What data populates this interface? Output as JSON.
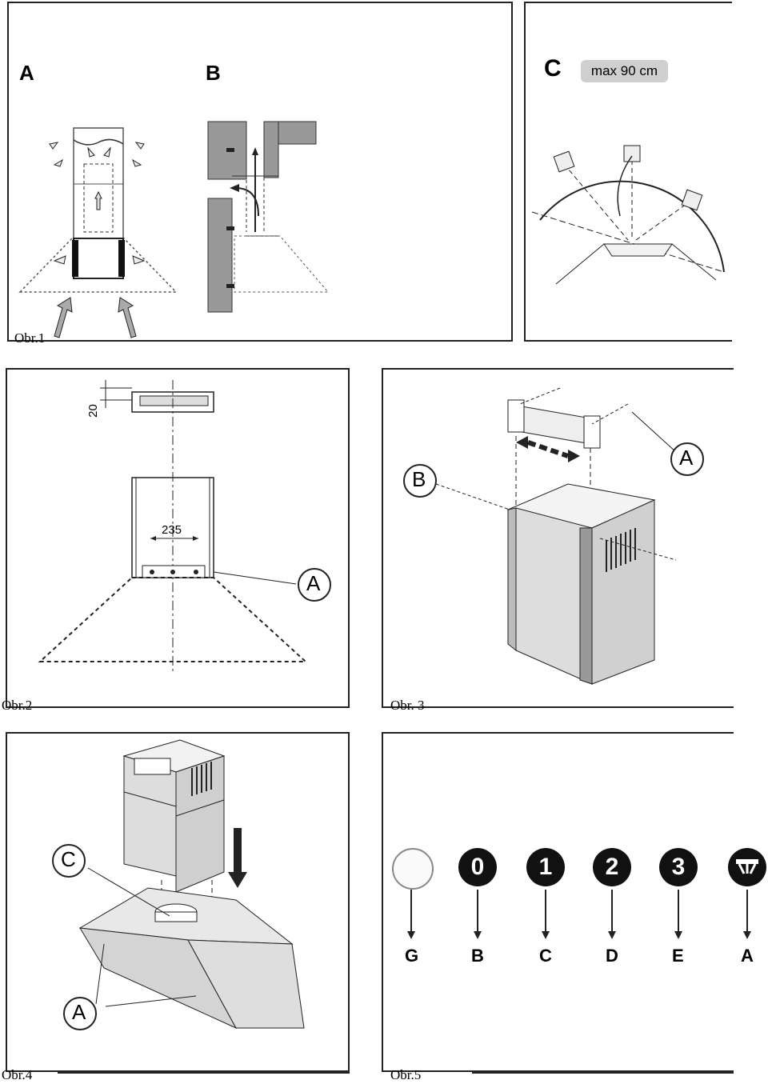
{
  "figure1": {
    "caption": "Obr.1",
    "panel_a_label": "A",
    "panel_b_label": "B",
    "panel_c_label": "C",
    "panel_c_badge": "max 90 cm"
  },
  "figure2": {
    "caption": "Obr.2",
    "dim_top": "20",
    "dim_width": "235",
    "callout": "A"
  },
  "figure3": {
    "caption": "Obr. 3",
    "callout_a": "A",
    "callout_b": "B"
  },
  "figure4": {
    "caption": "Obr.4",
    "callout_c": "C",
    "callout_a": "A"
  },
  "figure5": {
    "caption": "Obr.5",
    "buttons": [
      {
        "symbol": "",
        "letter": "G",
        "icon": "light-button-icon"
      },
      {
        "symbol": "0",
        "letter": "B",
        "icon": "off-button-icon"
      },
      {
        "symbol": "1",
        "letter": "C",
        "icon": "speed-1-button-icon"
      },
      {
        "symbol": "2",
        "letter": "D",
        "icon": "speed-2-button-icon"
      },
      {
        "symbol": "3",
        "letter": "E",
        "icon": "speed-3-button-icon"
      },
      {
        "symbol": "",
        "letter": "A",
        "icon": "lamp-button-icon"
      }
    ]
  }
}
